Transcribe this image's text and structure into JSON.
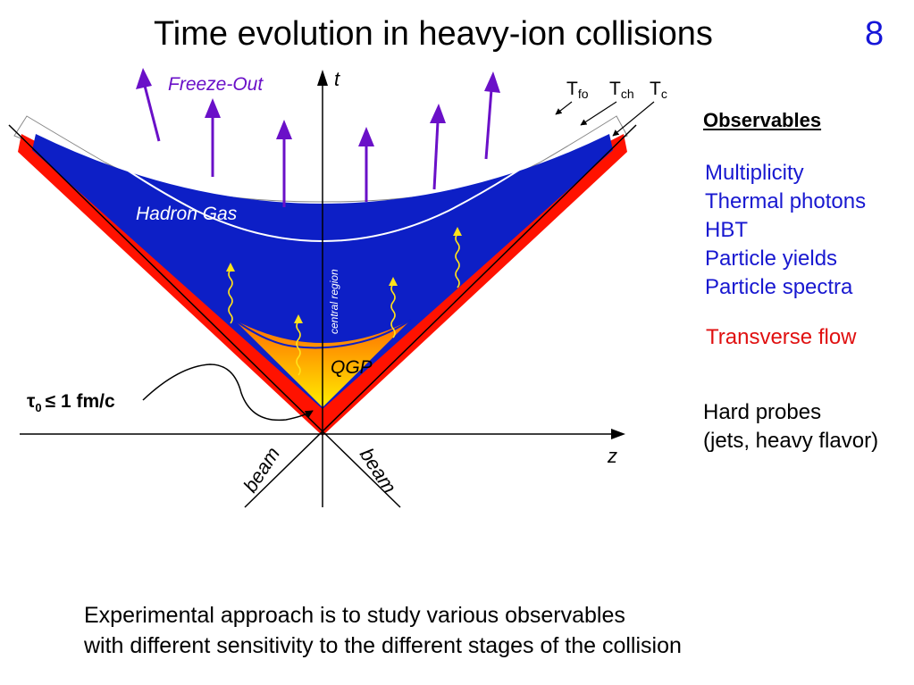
{
  "title": "Time evolution in heavy-ion collisions",
  "slide_number": "8",
  "diagram": {
    "freeze_out": "Freeze-Out",
    "time_axis": "t",
    "space_axis": "z",
    "t_fo": "T",
    "t_fo_sub": "fo",
    "t_ch": "T",
    "t_ch_sub": "ch",
    "t_c": "T",
    "t_c_sub": "c",
    "hadron_gas": "Hadron Gas",
    "central_region": "central region",
    "qgp": "QGP",
    "tau_symbol": "τ",
    "tau_sub": "0",
    "tau_value": "≤ 1 fm/c",
    "beam_left": "beam",
    "beam_right": "beam",
    "colors": {
      "hadron_gas": "#0d1fc6",
      "mixed_phase": "#ff1200",
      "qgp_top": "#ff6a00",
      "qgp_bottom": "#ffe800",
      "freeze_out_arrows": "#6a10c8"
    }
  },
  "observables": {
    "heading": "Observables",
    "items": [
      "Multiplicity",
      "Thermal photons",
      "HBT",
      "Particle yields",
      "Particle spectra"
    ],
    "flow": "Transverse flow",
    "hard_probes_line1": "Hard probes",
    "hard_probes_line2": "(jets, heavy flavor)"
  },
  "footer": {
    "line1": "Experimental approach is to study various observables",
    "line2": "with different sensitivity to the different stages of the collision"
  }
}
